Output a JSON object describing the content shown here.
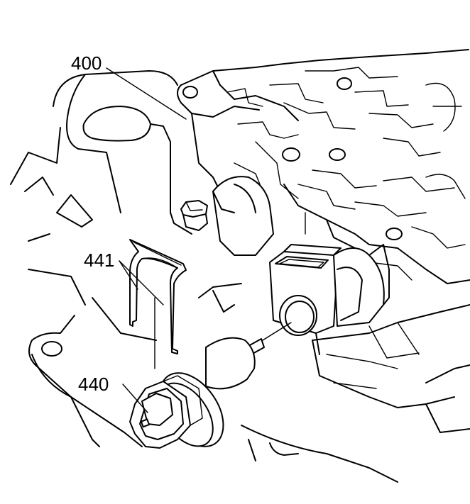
{
  "callouts": [
    {
      "id": "400",
      "text": "400"
    },
    {
      "id": "441",
      "text": "441"
    },
    {
      "id": "440",
      "text": "440"
    }
  ]
}
